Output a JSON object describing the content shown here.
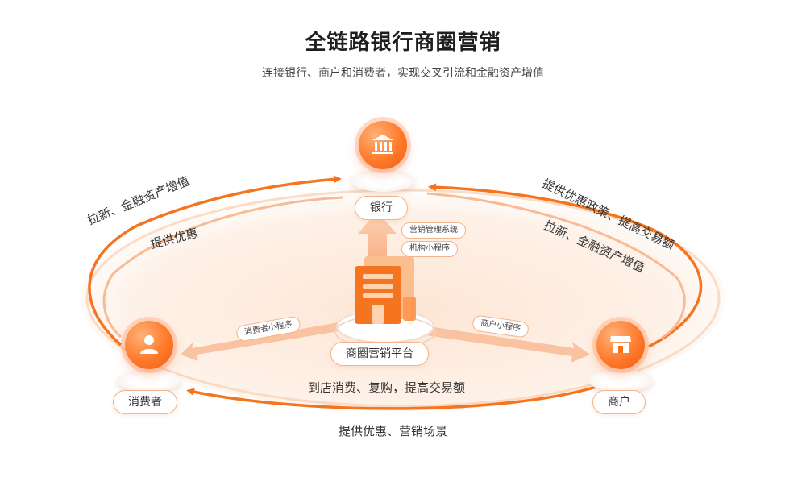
{
  "title": "全链路银行商圈营销",
  "subtitle": "连接银行、商户和消费者，实现交叉引流和金融资产增值",
  "nodes": {
    "bank": "银行",
    "platform": "商圈营销平台",
    "consumer": "消费者",
    "merchant": "商户"
  },
  "tags": {
    "marketing_system": "营销管理系统",
    "institution_miniprogram": "机构小程序",
    "consumer_miniprogram": "消费者小程序",
    "merchant_miniprogram": "商户小程序"
  },
  "arcs": {
    "left_outer": "拉新、金融资产增值",
    "left_inner": "提供优惠",
    "right_outer": "提供优惠政策、提高交易额",
    "right_inner": "拉新、金融资产增值",
    "bottom_inner": "到店消费、复购，提高交易额",
    "bottom_outer": "提供优惠、营销场景"
  },
  "colors": {
    "accent": "#f5741f",
    "accent_light": "#fbd3b6",
    "pill_border": "#f2b48a"
  },
  "icons": {
    "bank": "bank-icon",
    "platform": "building-icon",
    "consumer": "user-icon",
    "merchant": "shop-icon"
  }
}
